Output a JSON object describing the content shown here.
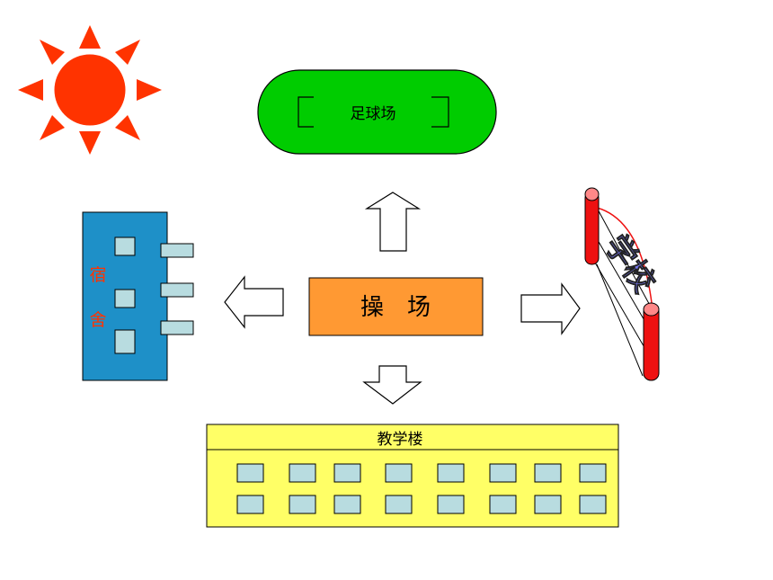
{
  "center": {
    "label": "操　场"
  },
  "football_field": {
    "label": "足球场"
  },
  "dormitory": {
    "label_line1": "宿",
    "label_line2": "舍"
  },
  "teaching_building": {
    "label": "教学楼"
  },
  "school_gate": {
    "label": "学校"
  },
  "colors": {
    "sun": "#ff3300",
    "field_green": "#00cc00",
    "dorm_blue": "#1e90c8",
    "window_fill": "#b8dce0",
    "center_orange": "#ff9933",
    "building_yellow": "#ffff66",
    "gate_red": "#ee1111",
    "dorm_text": "#ff3300"
  }
}
